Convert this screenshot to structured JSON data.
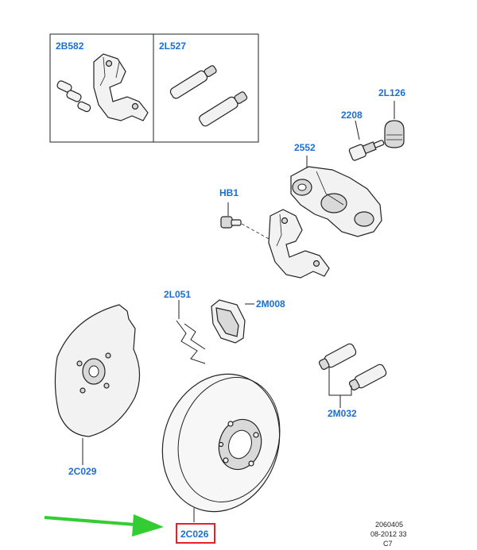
{
  "labels": {
    "kit_bracket": "2B582",
    "kit_pins": "2L527",
    "cap": "2L126",
    "bleed": "2208",
    "caliper": "2552",
    "bolt": "HB1",
    "clip": "2L051",
    "pads": "2M008",
    "shield": "2C029",
    "guides": "2M032",
    "disc": "2C026"
  },
  "footer": {
    "line1": "2060405",
    "line2": "08-2012 33",
    "line3": "C7"
  },
  "colors": {
    "label": "#1a6fd6",
    "highlight_box": "#e8202a",
    "arrow": "#33cc33"
  }
}
